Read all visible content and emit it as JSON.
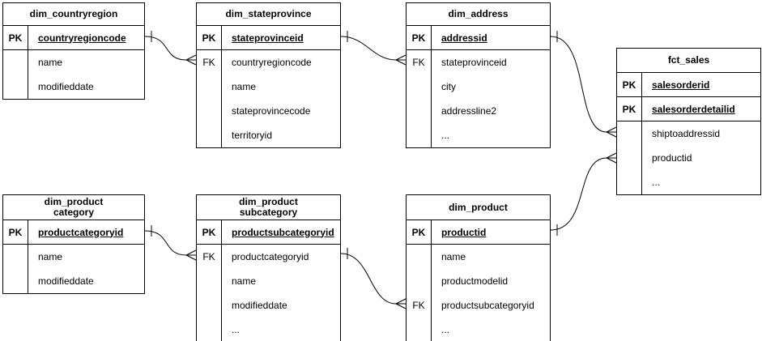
{
  "diagram_type": "entity-relationship",
  "colors": {
    "background": "#ffffff",
    "line": "#000000",
    "text": "#000000",
    "table_fill": "#ffffff"
  },
  "key_labels": {
    "primary": "PK",
    "foreign": "FK"
  },
  "tables": [
    {
      "id": "dim_countryregion",
      "title": "dim_countryregion",
      "rows": [
        {
          "key": "PK",
          "name": "countryregioncode",
          "pk": true
        },
        {
          "key": "",
          "name": "name",
          "pk": false
        },
        {
          "key": "",
          "name": "modifieddate",
          "pk": false
        }
      ]
    },
    {
      "id": "dim_stateprovince",
      "title": "dim_stateprovince",
      "rows": [
        {
          "key": "PK",
          "name": "stateprovinceid",
          "pk": true
        },
        {
          "key": "FK",
          "name": "countryregioncode",
          "pk": false
        },
        {
          "key": "",
          "name": "name",
          "pk": false
        },
        {
          "key": "",
          "name": "stateprovincecode",
          "pk": false
        },
        {
          "key": "",
          "name": "territoryid",
          "pk": false
        }
      ]
    },
    {
      "id": "dim_address",
      "title": "dim_address",
      "rows": [
        {
          "key": "PK",
          "name": "addressid",
          "pk": true
        },
        {
          "key": "FK",
          "name": "stateprovinceid",
          "pk": false
        },
        {
          "key": "",
          "name": "city",
          "pk": false
        },
        {
          "key": "",
          "name": "addressline2",
          "pk": false
        },
        {
          "key": "",
          "name": "...",
          "pk": false
        }
      ]
    },
    {
      "id": "fct_sales",
      "title": "fct_sales",
      "rows": [
        {
          "key": "PK",
          "name": "salesorderid",
          "pk": true
        },
        {
          "key": "PK",
          "name": "salesorderdetailid",
          "pk": true
        },
        {
          "key": "",
          "name": "shiptoaddressid",
          "pk": false
        },
        {
          "key": "",
          "name": "productid",
          "pk": false
        },
        {
          "key": "",
          "name": "...",
          "pk": false
        }
      ]
    },
    {
      "id": "dim_productcategory",
      "title": "dim_product\ncategory",
      "rows": [
        {
          "key": "PK",
          "name": "productcategoryid",
          "pk": true
        },
        {
          "key": "",
          "name": "name",
          "pk": false
        },
        {
          "key": "",
          "name": "modifieddate",
          "pk": false
        }
      ]
    },
    {
      "id": "dim_productsubcategory",
      "title": "dim_product\nsubcategory",
      "rows": [
        {
          "key": "PK",
          "name": "productsubcategoryid",
          "pk": true
        },
        {
          "key": "FK",
          "name": "productcategoryid",
          "pk": false
        },
        {
          "key": "",
          "name": "name",
          "pk": false
        },
        {
          "key": "",
          "name": "modifieddate",
          "pk": false
        },
        {
          "key": "",
          "name": "...",
          "pk": false
        }
      ]
    },
    {
      "id": "dim_product",
      "title": "dim_product",
      "rows": [
        {
          "key": "PK",
          "name": "productid",
          "pk": true
        },
        {
          "key": "",
          "name": "name",
          "pk": false
        },
        {
          "key": "",
          "name": "productmodelid",
          "pk": false
        },
        {
          "key": "FK",
          "name": "productsubcategoryid",
          "pk": false
        },
        {
          "key": "",
          "name": "...",
          "pk": false
        }
      ]
    }
  ],
  "relationships": [
    {
      "from": "dim_countryregion",
      "from_field": "countryregioncode",
      "to": "dim_stateprovince",
      "to_field": "countryregioncode",
      "cardinality": "one-to-many"
    },
    {
      "from": "dim_stateprovince",
      "from_field": "stateprovinceid",
      "to": "dim_address",
      "to_field": "stateprovinceid",
      "cardinality": "one-to-many"
    },
    {
      "from": "dim_address",
      "from_field": "addressid",
      "to": "fct_sales",
      "to_field": "shiptoaddressid",
      "cardinality": "one-to-many"
    },
    {
      "from": "dim_product",
      "from_field": "productid",
      "to": "fct_sales",
      "to_field": "productid",
      "cardinality": "one-to-many"
    },
    {
      "from": "dim_productcategory",
      "from_field": "productcategoryid",
      "to": "dim_productsubcategory",
      "to_field": "productcategoryid",
      "cardinality": "one-to-many"
    },
    {
      "from": "dim_productsubcategory",
      "from_field": "productsubcategoryid",
      "to": "dim_product",
      "to_field": "productsubcategoryid",
      "cardinality": "one-to-many"
    }
  ]
}
